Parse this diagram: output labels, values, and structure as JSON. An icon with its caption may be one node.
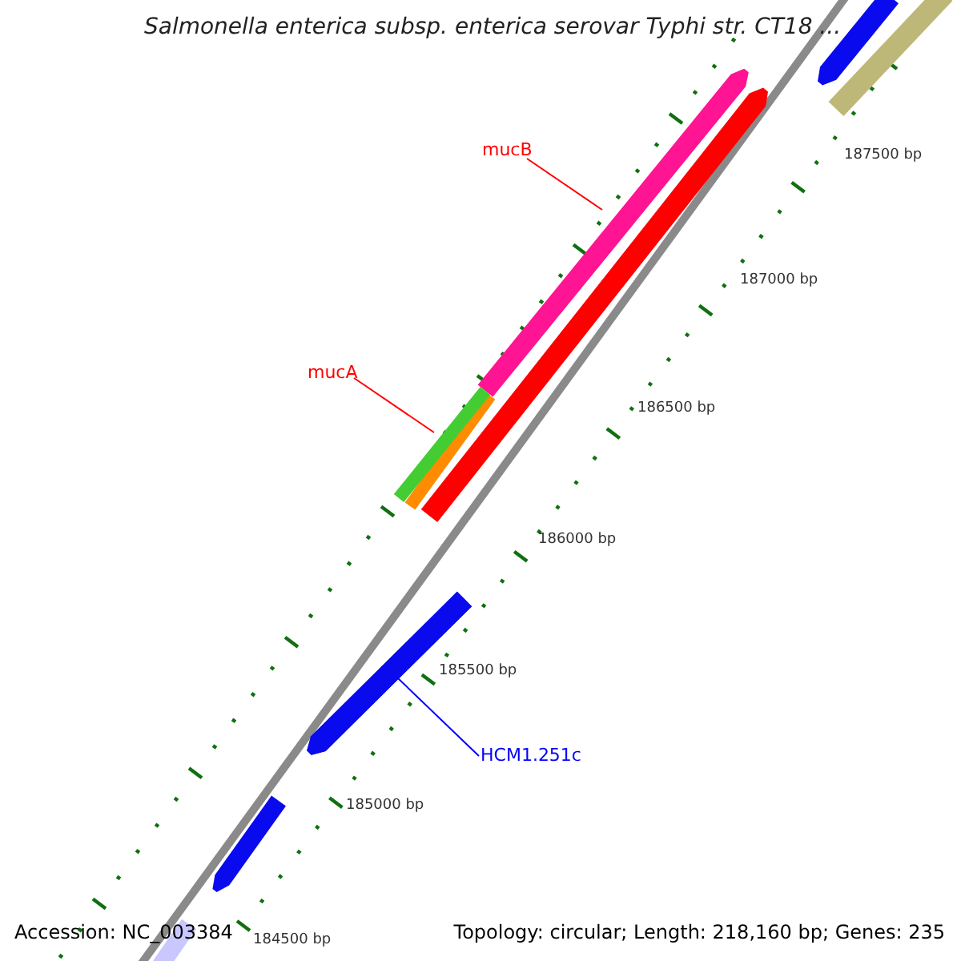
{
  "diagram": {
    "title": "Salmonella enterica subsp. enterica serovar Typhi str. CT18 ...",
    "nodes": [
      {
        "text": [
          "mucB"
        ]
      },
      {
        "text": [],
        "shape": "bar"
      },
      {
        "text": [
          "mucA"
        ]
      },
      {
        "text": [],
        "shape": "bar"
      },
      {
        "text": [
          "HCM1.251c"
        ]
      },
      {
        "text": [],
        "shape": "bar"
      }
    ],
    "edges": [
      {
        "from": 0,
        "to": 1,
        "arrow": "none"
      },
      {
        "from": 2,
        "to": 3,
        "arrow": "none"
      },
      {
        "from": 4,
        "to": 5,
        "arrow": "none",
        "color": "#0000ff"
      }
    ],
    "labels": [
      "187500 bp",
      "187000 bp",
      "186500 bp",
      "186000 bp",
      "185500 bp",
      "185000 bp",
      "184500 bp",
      "Accession: NC_003384",
      "Topology: circular; Length: 218,160 bp; Genes: 235"
    ]
  }
}
